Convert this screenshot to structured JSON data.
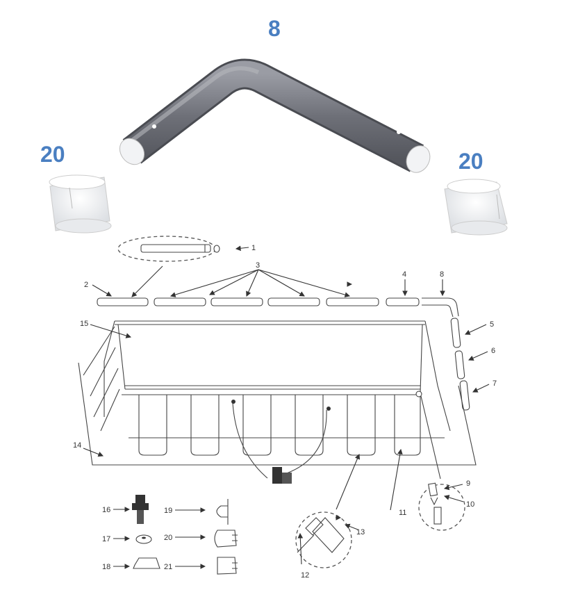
{
  "title_labels": {
    "elbow_part": "8",
    "cap_left": "20",
    "cap_right": "20"
  },
  "callouts": {
    "c1": "1",
    "c2": "2",
    "c3": "3",
    "c4": "4",
    "c5": "5",
    "c6": "6",
    "c7": "7",
    "c8": "8",
    "c9": "9",
    "c10": "10",
    "c11": "11",
    "c12": "12",
    "c13": "13",
    "c14": "14",
    "c15": "15",
    "c16": "16",
    "c17": "17",
    "c18": "18",
    "c19": "19",
    "c20": "20",
    "c21": "21"
  },
  "colors": {
    "label_blue": "#4a7fc1",
    "pipe_gray": "#7a7c84"
  }
}
